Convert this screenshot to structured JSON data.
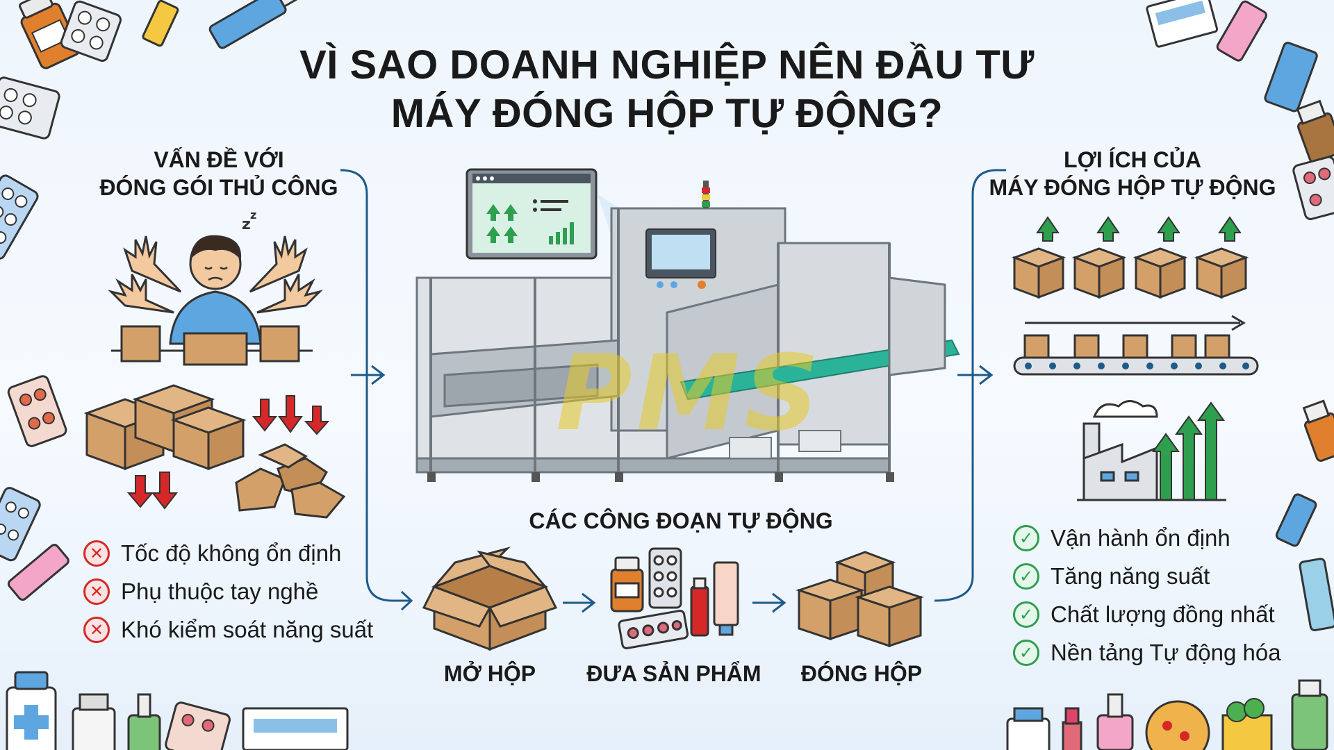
{
  "title": {
    "line1": "VÌ SAO DOANH NGHIỆP NÊN ĐẦU TƯ",
    "line2": "MÁY ĐÓNG HỘP TỰ ĐỘNG?"
  },
  "problems": {
    "heading_line1": "VẤN ĐỀ VỚI",
    "heading_line2": "ĐÓNG GÓI THỦ CÔNG",
    "items": [
      "Tốc độ không ổn định",
      "Phụ thuộc tay nghề",
      "Khó kiểm soát năng suất"
    ],
    "marker_icon": "x-circle-icon",
    "marker_color": "#d62828"
  },
  "benefits": {
    "heading_line1": "LỢI ÍCH CỦA",
    "heading_line2": "MÁY ĐÓNG HỘP TỰ ĐỘNG",
    "items": [
      "Vận hành ổn định",
      "Tăng năng suất",
      "Chất lượng đồng nhất",
      "Nền tảng Tự động hóa"
    ],
    "marker_icon": "check-circle-icon",
    "marker_color": "#2e9e4f"
  },
  "process": {
    "heading": "CÁC CÔNG ĐOẠN TỰ ĐỘNG",
    "stages": [
      {
        "label": "MỞ HỘP",
        "icon": "open-box-icon"
      },
      {
        "label": "ĐƯA SẢN PHẨM",
        "icon": "pharma-products-icon"
      },
      {
        "label": "ĐÓNG HỘP",
        "icon": "stacked-boxes-icon"
      }
    ]
  },
  "watermark": "PMS",
  "colors": {
    "box": "#d4a06a",
    "box_dark": "#a8743f",
    "arrow_up": "#2e9e4f",
    "arrow_down": "#d62828",
    "connector": "#1e5a8a",
    "machine": "#c9ced3",
    "machine_accent": "#2bb39a"
  }
}
